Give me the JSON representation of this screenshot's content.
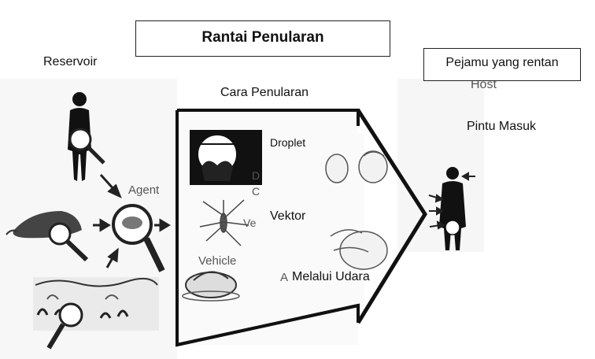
{
  "title": "Rantai Penularan",
  "labels": {
    "reservoir": "Reservoir",
    "cara_penularan": "Cara Penularan",
    "host": "Pejamu yang rentan",
    "pintu_masuk": "Pintu Masuk",
    "droplet": "Droplet",
    "vektor": "Vektor",
    "udara": "Melalui Udara"
  },
  "figure_text": {
    "agent": "Agent",
    "vehicle": "Vehicle",
    "host_en": "Host",
    "d_fragment": "D",
    "c_fragment": "C",
    "ve_fragment": "Ve",
    "a_fragment": "A"
  }
}
